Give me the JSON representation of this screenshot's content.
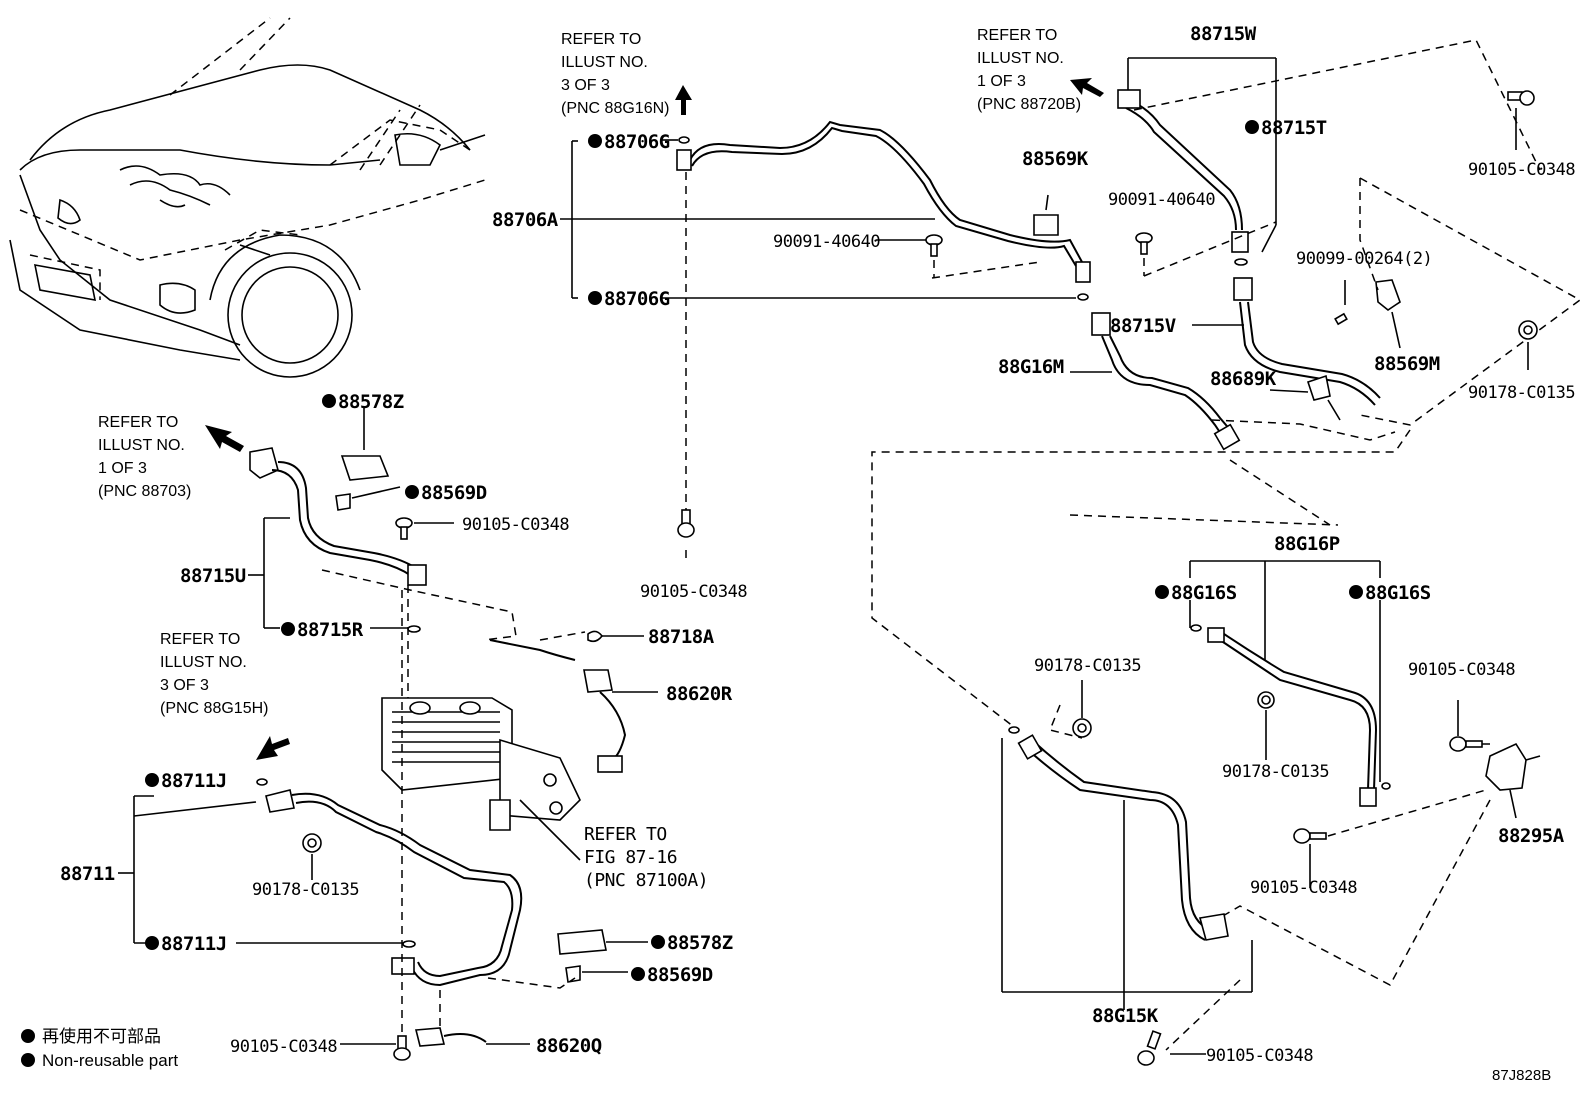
{
  "legend": {
    "marker": "●",
    "line1": "再使用不可部品",
    "line2": "Non-reusable part"
  },
  "illustration_id": "87J828B",
  "refs": {
    "ref_88g16n": [
      "REFER TO",
      "ILLUST NO.",
      "3 OF 3",
      "(PNC 88G16N)"
    ],
    "ref_88720b": [
      "REFER TO",
      "ILLUST NO.",
      "1 OF 3",
      "(PNC 88720B)"
    ],
    "ref_88703": [
      "REFER TO",
      "ILLUST NO.",
      "1 OF 3",
      "(PNC 88703)"
    ],
    "ref_88g15h": [
      "REFER TO",
      "ILLUST NO.",
      "3 OF 3",
      "(PNC 88G15H)"
    ],
    "ref_fig8716": [
      "REFER TO",
      "FIG 87-16",
      "(PNC 87100A)"
    ]
  },
  "parts": {
    "p88706g_top": "88706G",
    "p88706a": "88706A",
    "p88706g_bot": "88706G",
    "p90091_mid": "90091-40640",
    "p90105_mid": "90105-C0348",
    "p88569k": "88569K",
    "p88715w": "88715W",
    "p88715t": "88715T",
    "p90091_right": "90091-40640",
    "p90105_tr": "90105-C0348",
    "p90099": "90099-00264(2)",
    "p88715v": "88715V",
    "p88569m": "88569M",
    "p90178_tr": "90178-C0135",
    "p88g16m": "88G16M",
    "p88689k": "88689K",
    "p88578z_top": "88578Z",
    "p88569d_top": "88569D",
    "p90105_l1": "90105-C0348",
    "p88715u": "88715U",
    "p88715r": "88715R",
    "p88718a": "88718A",
    "p88620r": "88620R",
    "p88711j_top": "88711J",
    "p88711": "88711",
    "p90178_l": "90178-C0135",
    "p88711j_bot": "88711J",
    "p88578z_bot": "88578Z",
    "p88569d_bot": "88569D",
    "p90105_l2": "90105-C0348",
    "p88620q": "88620Q",
    "p88g16p": "88G16P",
    "p88g16s_l": "88G16S",
    "p88g16s_r": "88G16S",
    "p90178_mid": "90178-C0135",
    "p90178_rb": "90178-C0135",
    "p90105_rb1": "90105-C0348",
    "p88295a": "88295A",
    "p90105_rb2": "90105-C0348",
    "p88g15k": "88G15K",
    "p90105_bottom": "90105-C0348"
  }
}
